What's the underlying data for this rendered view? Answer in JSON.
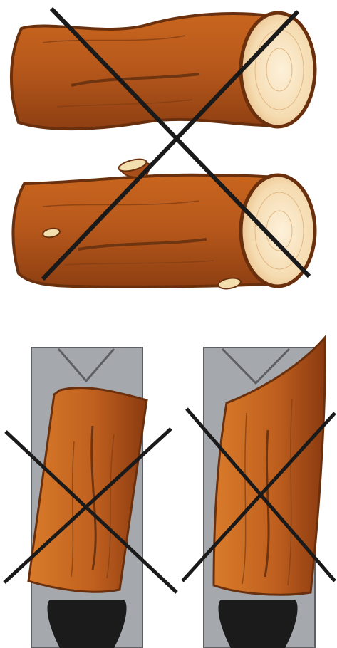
{
  "colors": {
    "background": "#ffffff",
    "bark_dark": "#7a3b12",
    "bark_mid": "#b8591c",
    "bark_light": "#d87a2c",
    "end_grain_light": "#fbe8c8",
    "end_grain_mid": "#f0cfa0",
    "knot": "#f3dfae",
    "holder_gray": "#a5a8ad",
    "holder_outline": "#5d5f63",
    "stand_black": "#1b1b1b",
    "cross_line": "#1a1a1a"
  },
  "figures": [
    {
      "id": "curved-log",
      "description_icon": "curved-log-icon",
      "crossed": true
    },
    {
      "id": "knotty-log",
      "description_icon": "knotty-log-icon",
      "crossed": true
    },
    {
      "id": "tilted-log-in-holder",
      "description_icon": "tilted-log-icon",
      "crossed": true
    },
    {
      "id": "uneven-log-in-holder",
      "description_icon": "uneven-log-icon",
      "crossed": true
    }
  ]
}
